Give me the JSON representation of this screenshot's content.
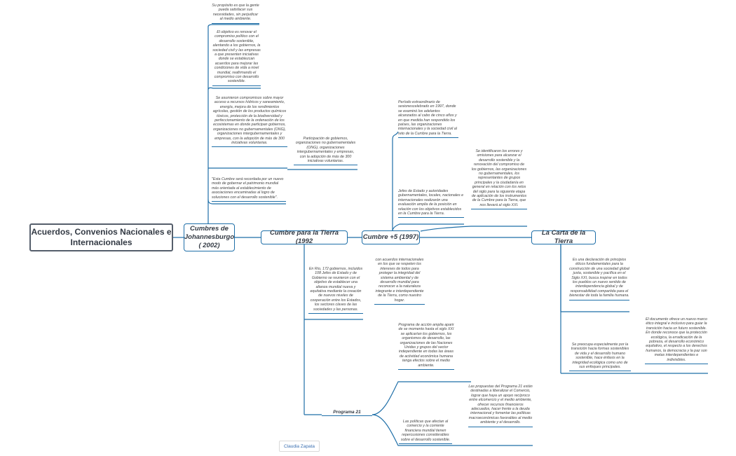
{
  "root": {
    "title": "Acuerdos, Convenios Nacionales e Internacionales"
  },
  "topics": {
    "johannesburgo": "Cumbres de Johannesburgo ( 2002)",
    "tierra": "Cumbre para la Tierra (1992",
    "plus5": "Cumbre +5 (1997)",
    "carta": "La Carta de la Tierra"
  },
  "johannesburgo_notes": [
    "Su propósito es que la gente pueda satisfacer sus necesidades, sin perjudicar al medio ambiente.",
    "El objetivo es renovar el compromiso político con el desarrollo sostenible, alentando a los gobiernos, la sociedad civil y las empresas a que presenten iniciativas donde se establezcan acuerdos para mejorar las condiciones de vida a nivel mundial, reafirmando el compromiso con desarrollo sostenible.",
    "Se asumieron compromisos sobre mayor acceso a recursos hídricos y saneamiento, energía, mejora de los rendimientos agrícolas, gestión de los productos químicos tóxicos, protección de la biodiversidad y perfeccionamiento de la ordenación de los ecosistemas en donde participan gobiernos, organizaciones no gubernamentales (ONG), organizaciones intergubernamentales y empresas, con la adopción de más de 300 iniciativas voluntarias.",
    "Participación de gobiernos, organizaciones no gubernamentales (ONG), organizaciones intergubernamentales y empresas, con la adopción de más de 300 iniciativas voluntarias.",
    "\"Esta Cumbre será recordada por un nuevo modo de gobernar el patrimonio mundial más orientada al establecimiento de asociaciones encaminadas al logro de soluciones con el desarrollo sostenible\"."
  ],
  "tierra_notes": [
    "En Río, 172 gobiernos, incluidos 108 Jefes de Estado y de Gobierno se reunieron con el objetivo de establecer una alianza mundial nueva y equitativa mediante la creación de nuevos niveles de cooperación entre los Estados, los sectores claves de las sociedades y las personas.",
    "con acuerdos internacionales en los que se respeten los intereses de todos para proteger la integridad del sistema ambiental y de desarrollo mundial para reconocer a la naturaleza integrante e interdependiente de la Tierra, como nuestro hogar.",
    "Programa de acción amplia aparir de se momento hasta el siglo XXI se aplicarían los gobiernos, los organismos de desarrollo, las organizaciones de las Naciones Unidas y grupos del sector independiente en todas las áreas de actividad económica humana tenga efectos sobre el medio ambiente."
  ],
  "programa21": {
    "label": "Programa 21",
    "notes": [
      "Las propuestas del Programa 21 están destinadas a liberalizar el Comercio, lograr que haya un apoyo recíproco entre elcomercio y el medio ambiente, ofrecer recursos financieros adecuados, hacer frente a la deuda internacional y fomentar las políticas macroeconómicas favorables al medio ambiente y el desarrollo.",
      "Las políticas que afectan al comercio y la corriente financiera mundial tienen repercusiones considerables sobre el desarrollo sostenible."
    ]
  },
  "plus5_notes": [
    "Período extraordinario de sesionescelebrado en 1997, donde se examinó los adelantos alcanzados al cabo de cinco años y en que medida han respondido los países, las organizaciones internacionales y la sociedad civil al reto de la Cumbre para la Tierra.",
    "Jefes de Estado y autoridades gubernamentales, locales, nacionales e internacionales realizarón una evaluación amplia de la posición en relación con los objetivos establecidos en la Cumbre para la Tierra.",
    "Se identificaron los errores y omisiones para alcanzar el desarrollo sostenible y la renovación del compromiso de los gobiernos, las organizaciones no gubernamentales, los representantes de grupos principales y la ciudadanía en general en relación con los retos del siglo para la siguiente etapa de aplicación de los instrumentos de la Cumbre para la Tierra, que nos llevará al siglo XXI."
  ],
  "carta_notes": [
    "Es una declaración de principios éticos fundamentales para la construcción de una sociedad global justa, sostenible y pacífica en el Siglo XXI, busca inspirar en todos los pueblos un nuevo sentido de interdependencia global y de responsabilidad compartida para el bienestar de toda la familia humana.",
    "Se preocupa especialmente por la transición hacia formas sostenibles de vida y el desarrollo humano sostenible, hace énfasis en la integridad ecológica como uno de sus enfoques principales.",
    "El documento ofrece un nuevo marco ético integral e inclusivo para guiar la transición hacia un futuro sostenible. En donde reconoce que la protección ecológica, la erradicación de la pobreza, el desarrollo económico equitativo, el respecto a los derechos humanos, la democracia y la paz son metas interdependientes e indivisibles."
  ],
  "author": "Claudia Zapata",
  "colors": {
    "line": "#1f6fa8",
    "root_border": "#555e6b",
    "text": "#333a44"
  }
}
